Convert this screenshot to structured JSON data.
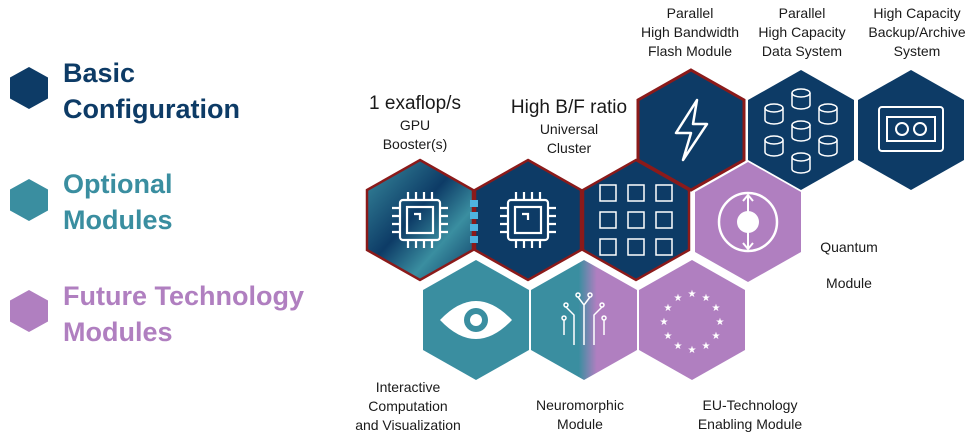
{
  "legend": [
    {
      "lines": [
        "Basic",
        "Configuration"
      ],
      "color": "#0d3b66"
    },
    {
      "lines": [
        "Optional",
        "Modules"
      ],
      "color": "#3a8ea0"
    },
    {
      "lines": [
        "Future Technology",
        "Modules"
      ],
      "color": "#b07fc0"
    }
  ],
  "labels": {
    "gpu": {
      "headline": "1 exaflop/s",
      "lines": [
        "GPU",
        "Booster(s)"
      ]
    },
    "cluster": {
      "headline": "High B/F ratio",
      "lines": [
        "Universal",
        "Cluster"
      ]
    },
    "flash": {
      "lines": [
        "Parallel",
        "High Bandwidth",
        "Flash Module"
      ]
    },
    "data": {
      "lines": [
        "Parallel",
        "High Capacity",
        "Data System"
      ]
    },
    "backup": {
      "lines": [
        "High Capacity",
        "Backup/Archive",
        "System"
      ]
    },
    "quantum": {
      "lines": [
        "Quantum",
        "Module"
      ]
    },
    "interactive": {
      "lines": [
        "Interactive",
        "Computation",
        "and Visualization"
      ]
    },
    "neuro": {
      "lines": [
        "Neuromorphic",
        "Module"
      ]
    },
    "eu": {
      "lines": [
        "EU-Technology",
        "Enabling Module"
      ]
    }
  },
  "colors": {
    "basic": "#0d3b66",
    "optional": "#3a8ea0",
    "future": "#b07fc0",
    "outline": "#8b1a1a"
  },
  "icons": {
    "gpu": "chip-icon",
    "cluster": "chip-grid-icon",
    "flash": "lightning-icon",
    "data": "database-icon",
    "backup": "tape-icon",
    "quantum": "qubit-icon",
    "interactive": "eye-icon",
    "neuro": "circuit-icon",
    "eu": "eu-stars-icon"
  }
}
